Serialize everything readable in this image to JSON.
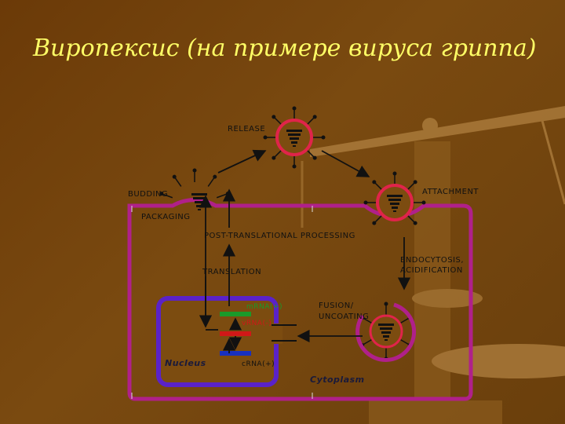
{
  "slide": {
    "title": "Виропексис (на примере вируса гриппа)"
  },
  "diagram": {
    "labels": {
      "release": "RELEASE",
      "attachment": "ATTACHMENT",
      "budding": "BUDDING",
      "packaging": "PACKAGING",
      "post_translational": "POST-TRANSLATIONAL PROCESSING",
      "translation": "TRANSLATION",
      "endocytosis_line1": "ENDOCYTOSIS,",
      "endocytosis_line2": "ACIDIFICATION",
      "fusion_line1": "FUSION/",
      "fusion_line2": "UNCOATING",
      "nucleus": "Nucleus",
      "cytoplasm": "Cytoplasm",
      "mrna_plus": "mRNA(+)",
      "vrna_minus": "vRNA(-)",
      "crna_plus": "cRNA(+)"
    },
    "colors": {
      "background": "#6b3a08",
      "title": "#ffff66",
      "cell_membrane": "#b0208a",
      "nucleus_membrane": "#5a22c8",
      "virus_ring": "#e0244a",
      "mrna_bar": "#1a9a2a",
      "vrna_bar": "#d01818",
      "crna_bar": "#1830c0",
      "panel": "#7c4c10"
    }
  }
}
